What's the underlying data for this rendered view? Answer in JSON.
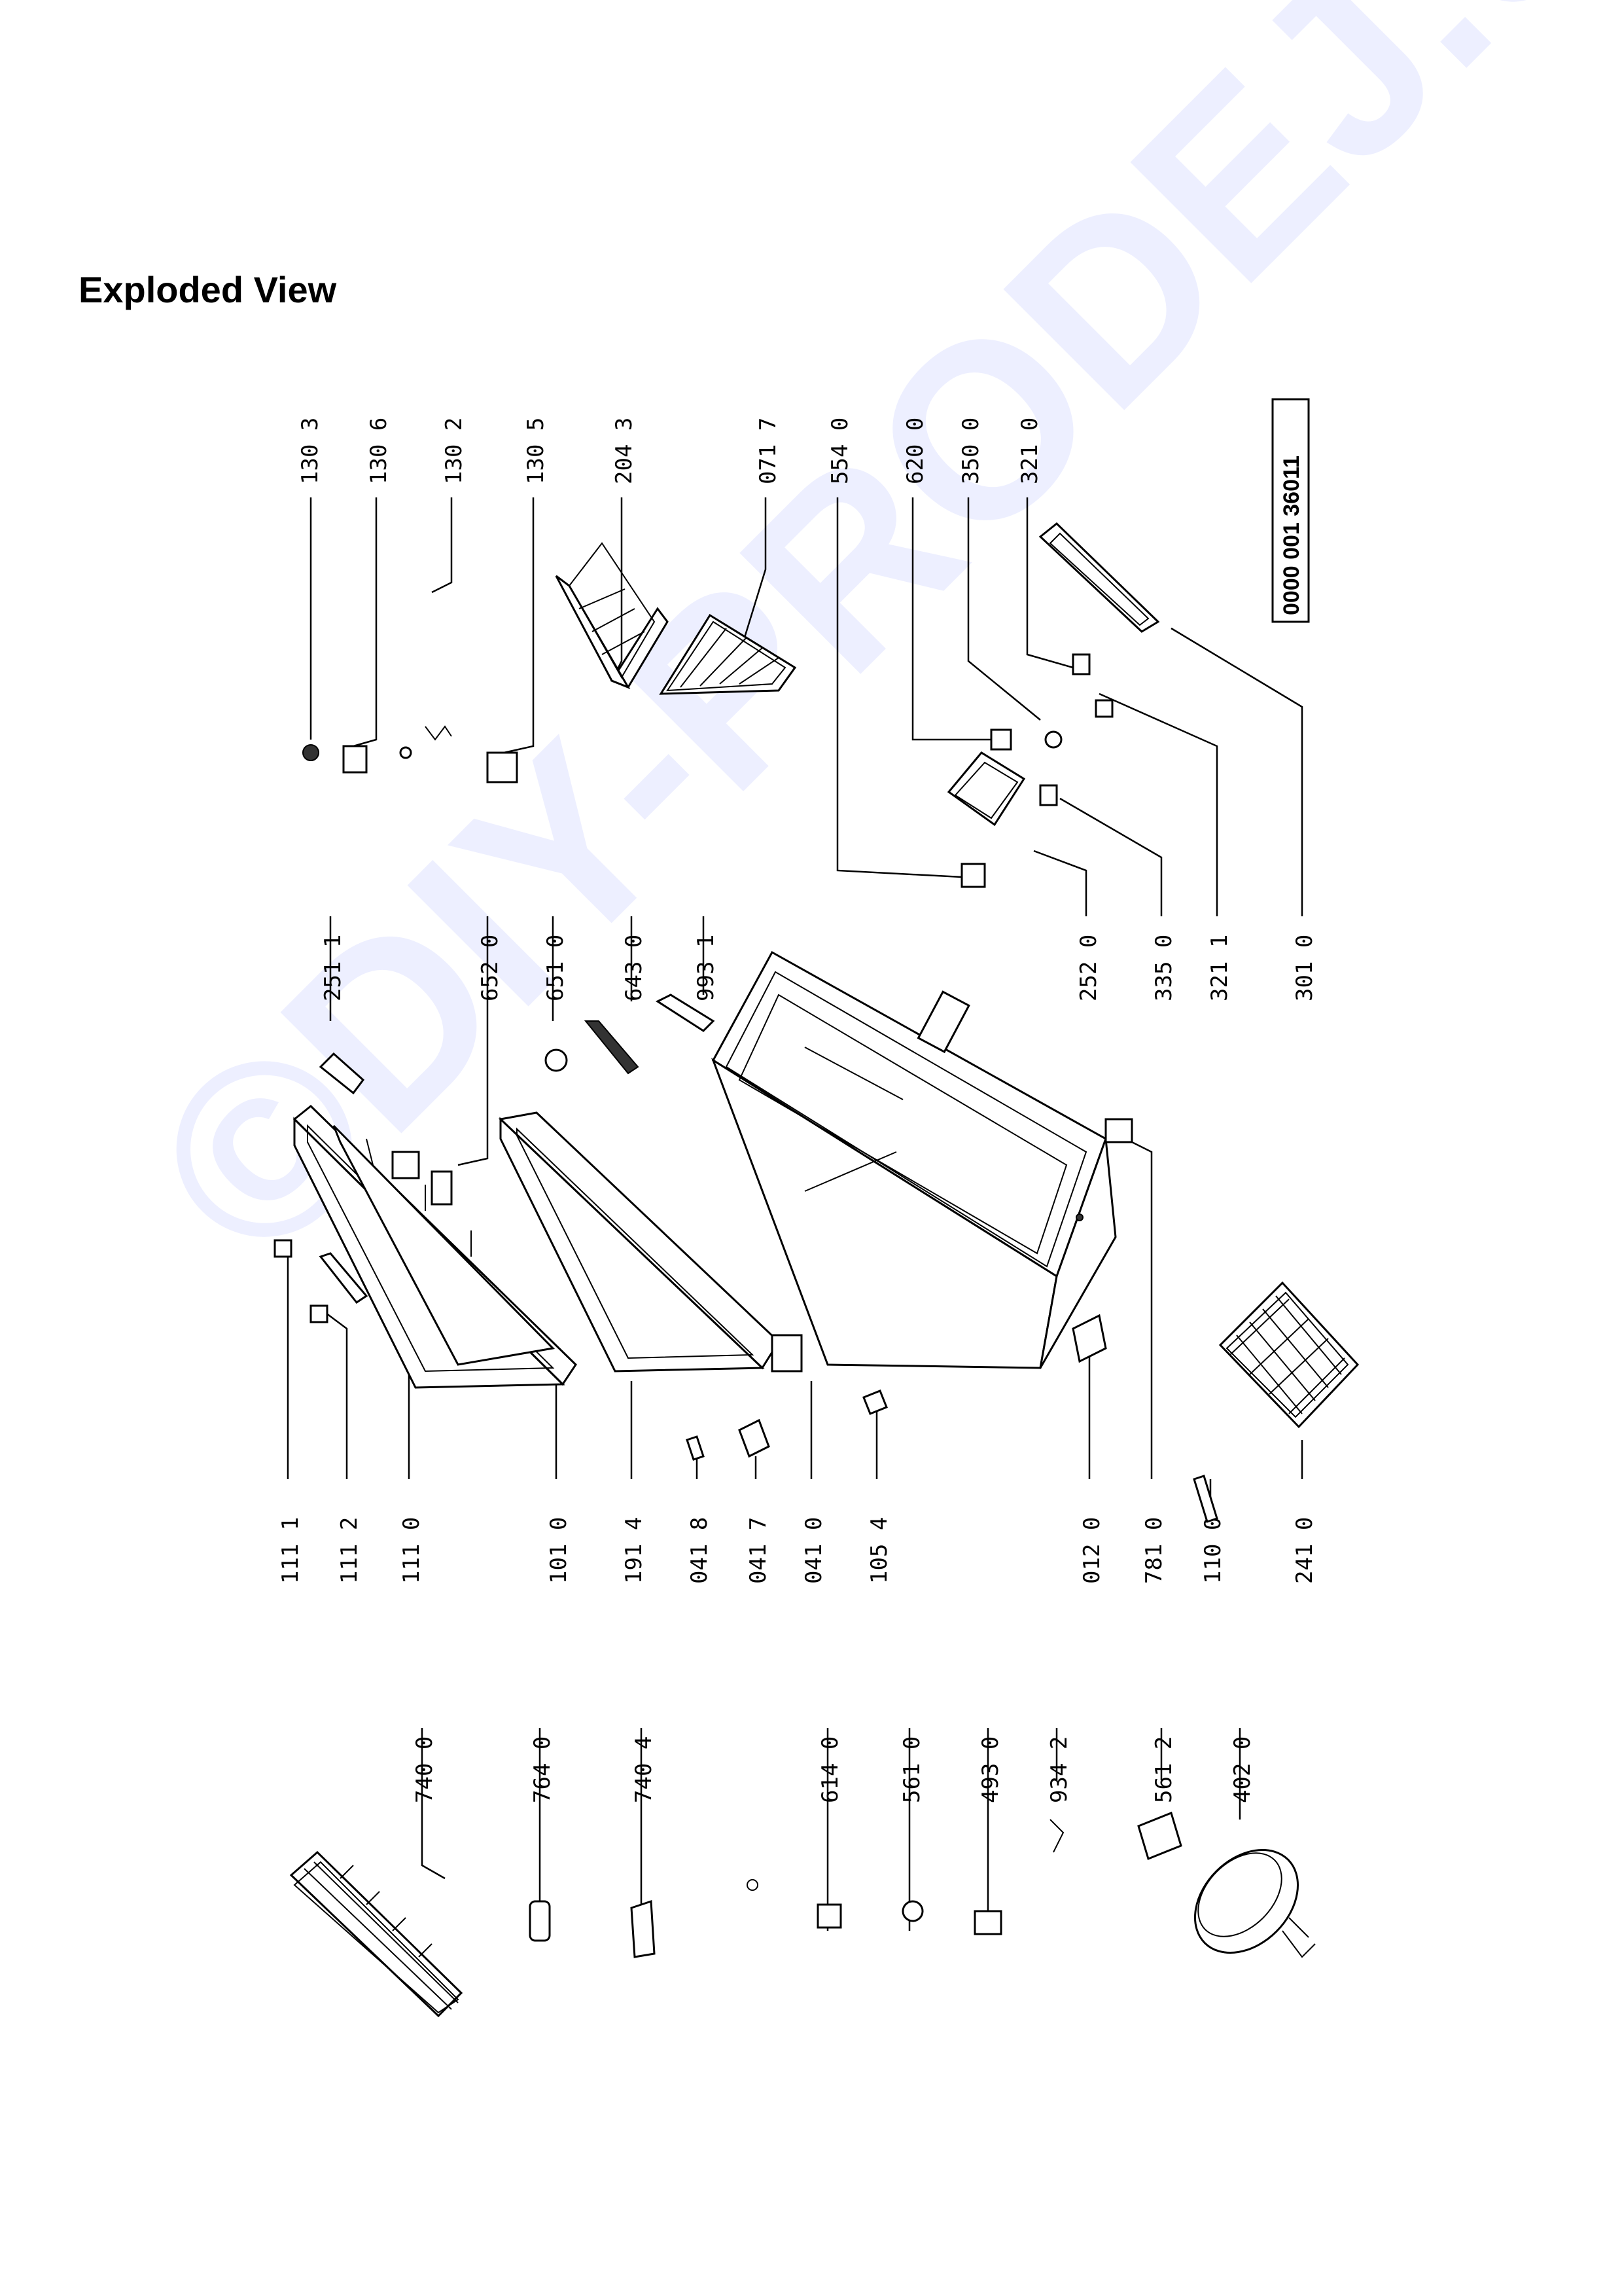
{
  "title": "Exploded View",
  "document_code": "0000 001 36011",
  "watermark": "©DIY-PRODEJ.cz",
  "colors": {
    "ink": "#000000",
    "watermark": "#d8dcff",
    "background": "#ffffff"
  },
  "labels": {
    "p1111": "111 1",
    "p1112": "111 2",
    "p1110": "111 0",
    "p1010": "101 0",
    "p1914": "191 4",
    "p0418": "041 8",
    "p0417": "041 7",
    "p0410": "041 0",
    "p1054": "105 4",
    "p0120": "012 0",
    "p7810": "781 0",
    "p1100": "110 0",
    "p2410": "241 0",
    "p2511": "251 1",
    "p6520": "652 0",
    "p6510": "651 0",
    "p6430": "643 0",
    "p9931": "993 1",
    "p2520": "252 0",
    "p3350": "335 0",
    "p3211": "321 1",
    "p3010": "301 0",
    "p1303": "130 3",
    "p1306": "130 6",
    "p1302": "130 2",
    "p1305": "130 5",
    "p2043": "204 3",
    "p0717": "071 7",
    "p5540": "554 0",
    "p6200": "620 0",
    "p3500": "350 0",
    "p3210": "321 0",
    "p7400": "740 0",
    "p7640": "764 0",
    "p7404": "740 4",
    "p6140": "614 0",
    "p5610": "561 0",
    "p4930": "493 0",
    "p9342": "934 2",
    "p5612": "561 2",
    "p4020": "402 0"
  }
}
